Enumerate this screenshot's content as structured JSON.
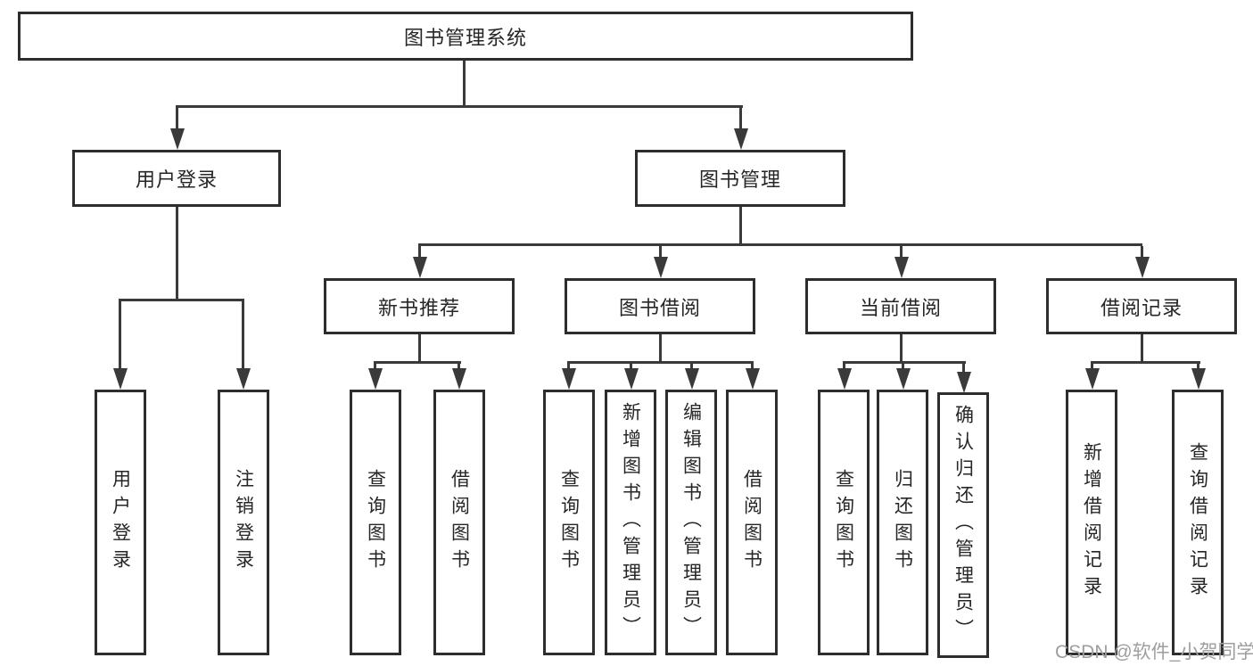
{
  "diagram": {
    "root": {
      "label": "图书管理系统"
    },
    "branches": [
      {
        "label": "用户登录",
        "children": [
          {
            "label": "用户登录"
          },
          {
            "label": "注销登录"
          }
        ]
      },
      {
        "label": "图书管理",
        "children": [
          {
            "label": "新书推荐",
            "children": [
              {
                "label": "查询图书"
              },
              {
                "label": "借阅图书"
              }
            ]
          },
          {
            "label": "图书借阅",
            "children": [
              {
                "label": "查询图书"
              },
              {
                "label": "新增图书（管理员）"
              },
              {
                "label": "编辑图书（管理员）"
              },
              {
                "label": "借阅图书"
              }
            ]
          },
          {
            "label": "当前借阅",
            "children": [
              {
                "label": "查询图书"
              },
              {
                "label": "归还图书"
              },
              {
                "label": "确认归还（管理员）"
              }
            ]
          },
          {
            "label": "借阅记录",
            "children": [
              {
                "label": "新增借阅记录"
              },
              {
                "label": "查询借阅记录"
              }
            ]
          }
        ]
      }
    ],
    "watermark": "CSDN @软件_小贺同学",
    "colors": {
      "line": "#3a3a3a",
      "box_border": "#2d2d2d",
      "text": "#262626",
      "watermark": "#9e9e9e",
      "background": "#ffffff"
    }
  }
}
